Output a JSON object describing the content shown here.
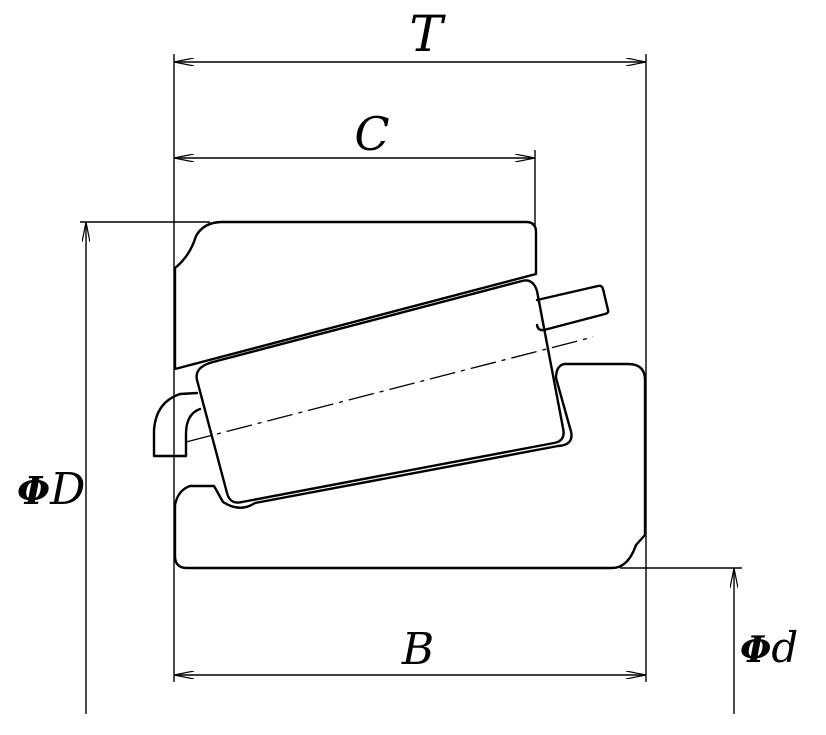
{
  "labels": {
    "T": "T",
    "C": "C",
    "B": "B",
    "D_phi": "Φ",
    "D_var": "D",
    "d_phi": "Φ",
    "d_var": "d"
  },
  "colors": {
    "line": "#000000",
    "background": "#ffffff"
  }
}
